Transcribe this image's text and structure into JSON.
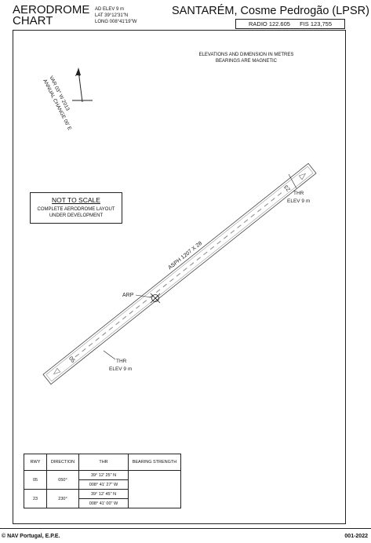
{
  "header": {
    "title_line1": "AERODROME",
    "title_line2": "CHART",
    "ad_elev": "AD ELEV   9 m",
    "lat": "LAT      39°12'31\"N",
    "long": "LONG   008°41'19\"W",
    "aerodrome_name": "SANTARÉM, Cosme Pedrogão (LPSR)",
    "radio": "RADIO 122.605",
    "fis": "FIS  123,755"
  },
  "note": {
    "line1": "ELEVATIONS AND DIMENSION IN METRES",
    "line2": "BEARINGS ARE MAGNETIC"
  },
  "variation": {
    "line1": "VAR 03° W 2013",
    "line2": "ANNUAL CHANGE 06' E",
    "north_arrow_glyph": "north-arrow"
  },
  "not_to_scale": {
    "title": "NOT TO SCALE",
    "subtitle": "COMPLETE AERODROME LAYOUT UNDER DEVELOPMENT"
  },
  "runway": {
    "surface_label": "ASPH 1207 X 28",
    "end_a_designator": "05",
    "end_b_designator": "23",
    "thr_label": "THR",
    "thr_elev_label": "ELEV 9 m",
    "arp_label": "ARP"
  },
  "table": {
    "headers": [
      "RWY",
      "DIRECTION",
      "THR",
      "BEARING STRENGTH"
    ],
    "rows": [
      {
        "rwy": "05",
        "direction": "050°",
        "thr_lat": "39° 12' 25\" N",
        "thr_long": "008° 41' 27\" W",
        "bearing": ""
      },
      {
        "rwy": "23",
        "direction": "230°",
        "thr_lat": "39° 12' 45\" N",
        "thr_long": "008° 41' 00\" W",
        "bearing": ""
      }
    ]
  },
  "footer": {
    "copyright": "© NAV Portugal, E.P.E.",
    "code": "001-2022"
  }
}
